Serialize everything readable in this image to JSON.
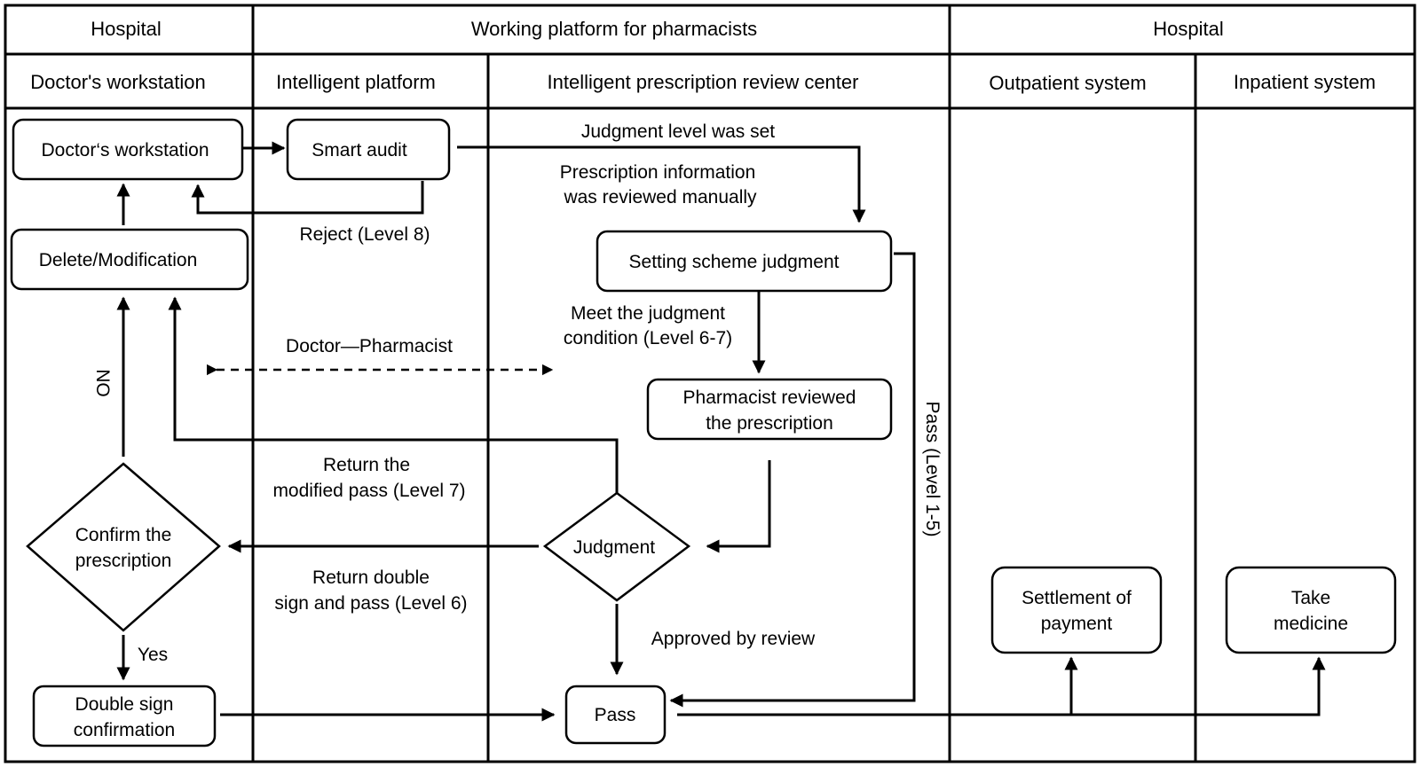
{
  "swimlanes": {
    "top": {
      "hospital_left": "Hospital",
      "platform": "Working platform for pharmacists",
      "hospital_right": "Hospital"
    },
    "sub": {
      "doctor_ws": "Doctor's workstation",
      "intelligent_platform": "Intelligent platform",
      "review_center": "Intelligent prescription review center",
      "outpatient": "Outpatient system",
      "inpatient": "Inpatient system"
    }
  },
  "nodes": {
    "doctor_ws": "Doctor‘s workstation",
    "smart_audit": "Smart audit",
    "delete_mod": "Delete/Modification",
    "setting_scheme": "Setting scheme judgment",
    "pharmacist_reviewed": [
      "Pharmacist reviewed",
      "the prescription"
    ],
    "confirm": [
      "Confirm the",
      "prescription"
    ],
    "judgment": "Judgment",
    "double_sign": [
      "Double sign",
      "confirmation"
    ],
    "pass": "Pass",
    "settlement": [
      "Settlement of",
      "payment"
    ],
    "take_medicine": [
      "Take",
      "medicine"
    ]
  },
  "edge_labels": {
    "judgment_level_set": "Judgment level was set",
    "prescription_info": [
      "Prescription information",
      "was reviewed manually"
    ],
    "reject": "Reject (Level 8)",
    "meet_condition": [
      "Meet the judgment",
      "condition (Level 6-7)"
    ],
    "doctor_pharmacist": "Doctor—Pharmacist",
    "no": "NO",
    "return_modified": [
      "Return the",
      "modified pass (Level 7)"
    ],
    "return_double": [
      "Return double",
      "sign and pass (Level 6)"
    ],
    "pass_level": "Pass (Level 1-5)",
    "yes": "Yes",
    "approved": "Approved by review"
  }
}
